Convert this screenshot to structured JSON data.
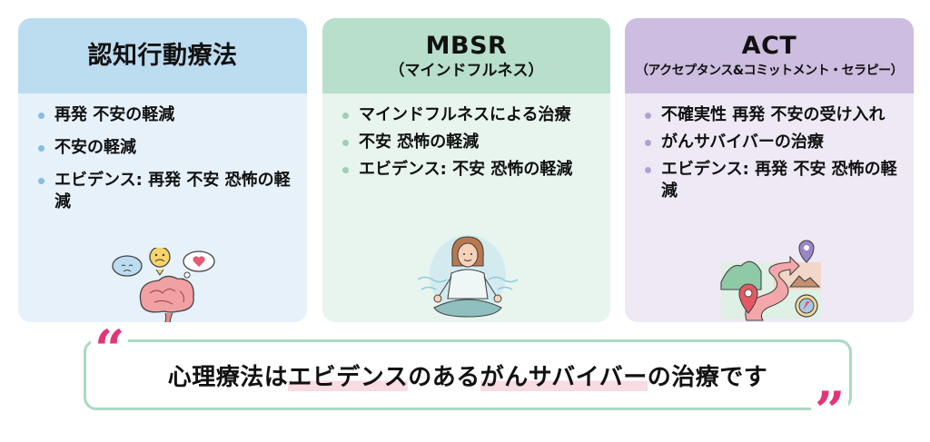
{
  "cards": [
    {
      "id": "cbt",
      "title": "認知行動療法",
      "subtitle": "",
      "items": [
        "再発 不安の軽減",
        "不安の軽減",
        "エビデンス: 再発 不安 恐怖の軽減"
      ],
      "illustration": "brain-with-emotion-bubbles-icon",
      "header_color": "#bcdcf0",
      "body_color": "#e6f1fa"
    },
    {
      "id": "mbsr",
      "title": "MBSR",
      "subtitle": "（マインドフルネス）",
      "items": [
        "マインドフルネスによる治療",
        "不安 恐怖の軽減",
        "エビデンス: 不安 恐怖の軽減"
      ],
      "illustration": "meditating-person-icon",
      "header_color": "#b7dfcb",
      "body_color": "#e8f4ee"
    },
    {
      "id": "act",
      "title": "ACT",
      "subtitle": "（アクセプタンス&コミットメント・セラピー）",
      "items": [
        "不確実性 再発 不安の受け入れ",
        "がんサバイバーの治療",
        "エビデンス: 再発 不安 恐怖の軽減"
      ],
      "illustration": "journey-map-compass-icon",
      "header_color": "#cdbde0",
      "body_color": "#eee9f5"
    }
  ],
  "quote": {
    "part1": "心理療法は",
    "highlight1": "エビデンス",
    "part2": "のある",
    "highlight2": "がんサバイバー",
    "part3": "の治療です",
    "open_mark": "“",
    "close_mark": "”",
    "mark_color": "#e2357a",
    "border_color": "#a9dbc2"
  }
}
